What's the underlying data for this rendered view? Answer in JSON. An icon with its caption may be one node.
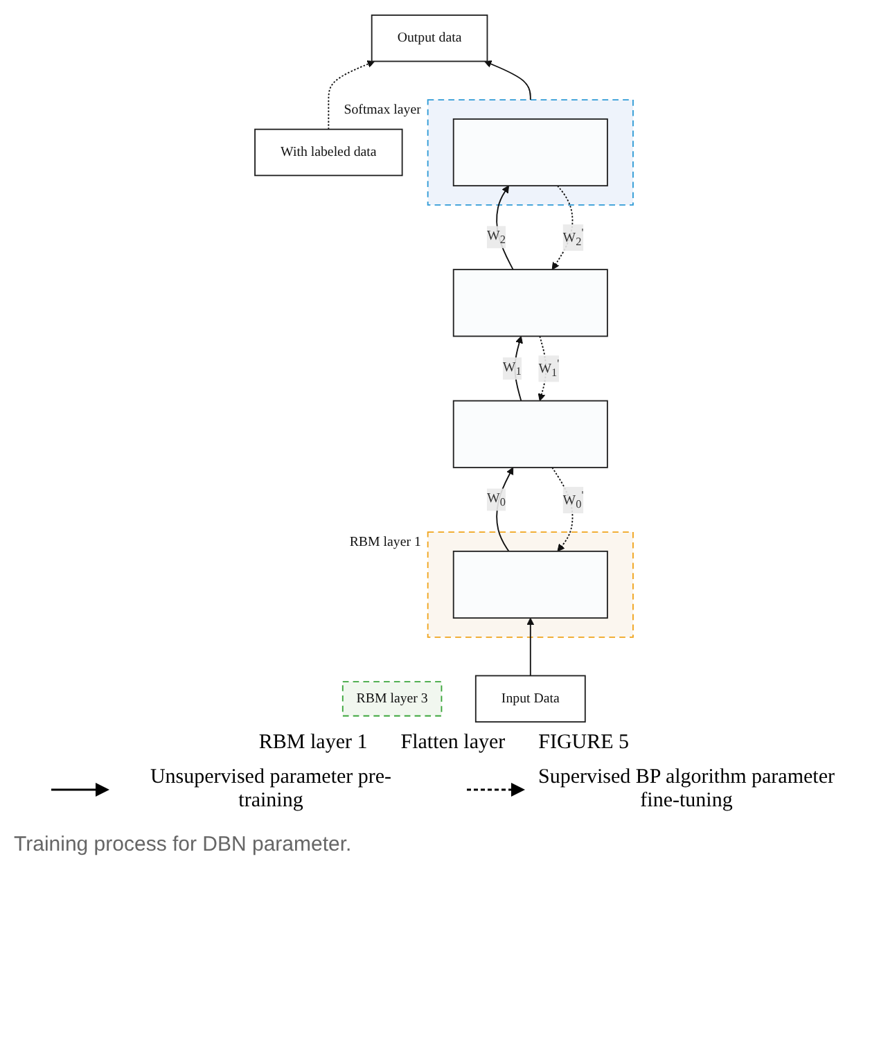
{
  "diagram": {
    "caption": "Training process for DBN parameter.",
    "nodes": [
      {
        "text": [
          "Output data"
        ]
      },
      {
        "text": [
          "With labeled data"
        ]
      },
      {
        "text": [
          "Softmax layer"
        ]
      },
      {
        "text": [],
        "shape": "box",
        "in": 2
      },
      {
        "text": [
          "RBM layer 3"
        ]
      },
      {
        "text": [],
        "shape": "box"
      },
      {
        "text": [
          "RBM layer 1"
        ]
      },
      {
        "text": [],
        "shape": "box"
      },
      {
        "text": [],
        "shape": "box",
        "in": 6
      },
      {
        "text": [
          "Input Data"
        ]
      }
    ],
    "edges": [
      {
        "from": 2,
        "to": 0,
        "arrow": "to"
      },
      {
        "from": 1,
        "to": 0,
        "arrow": "to",
        "style": "dashed"
      },
      {
        "from": 5,
        "to": 3,
        "arrow": "to",
        "label": "W$_{2}$"
      },
      {
        "from": 3,
        "to": 5,
        "arrow": "to",
        "label": "W$_{2}$$^{'}$",
        "style": "dashed"
      },
      {
        "from": 7,
        "to": 5,
        "arrow": "to",
        "label": "W$_{1}$"
      },
      {
        "from": 5,
        "to": 7,
        "arrow": "to",
        "label": "W$_{1}$$^{'}$",
        "style": "dashed"
      },
      {
        "from": 8,
        "to": 7,
        "arrow": "to",
        "label": "W$_{0}$"
      },
      {
        "from": 7,
        "to": 8,
        "arrow": "to",
        "label": "W$_{0}$$^{'}$",
        "style": "dashed"
      },
      {
        "from": 9,
        "to": 8,
        "arrow": "to"
      }
    ],
    "labels": [
      "RBM layer 1",
      "Flatten layer",
      "FIGURE 5"
    ],
    "legend": [
      {
        "text": "Unsupervised parameter pre-training"
      },
      {
        "text": "Supervised BP algorithm parameter fine-tuning"
      }
    ]
  }
}
